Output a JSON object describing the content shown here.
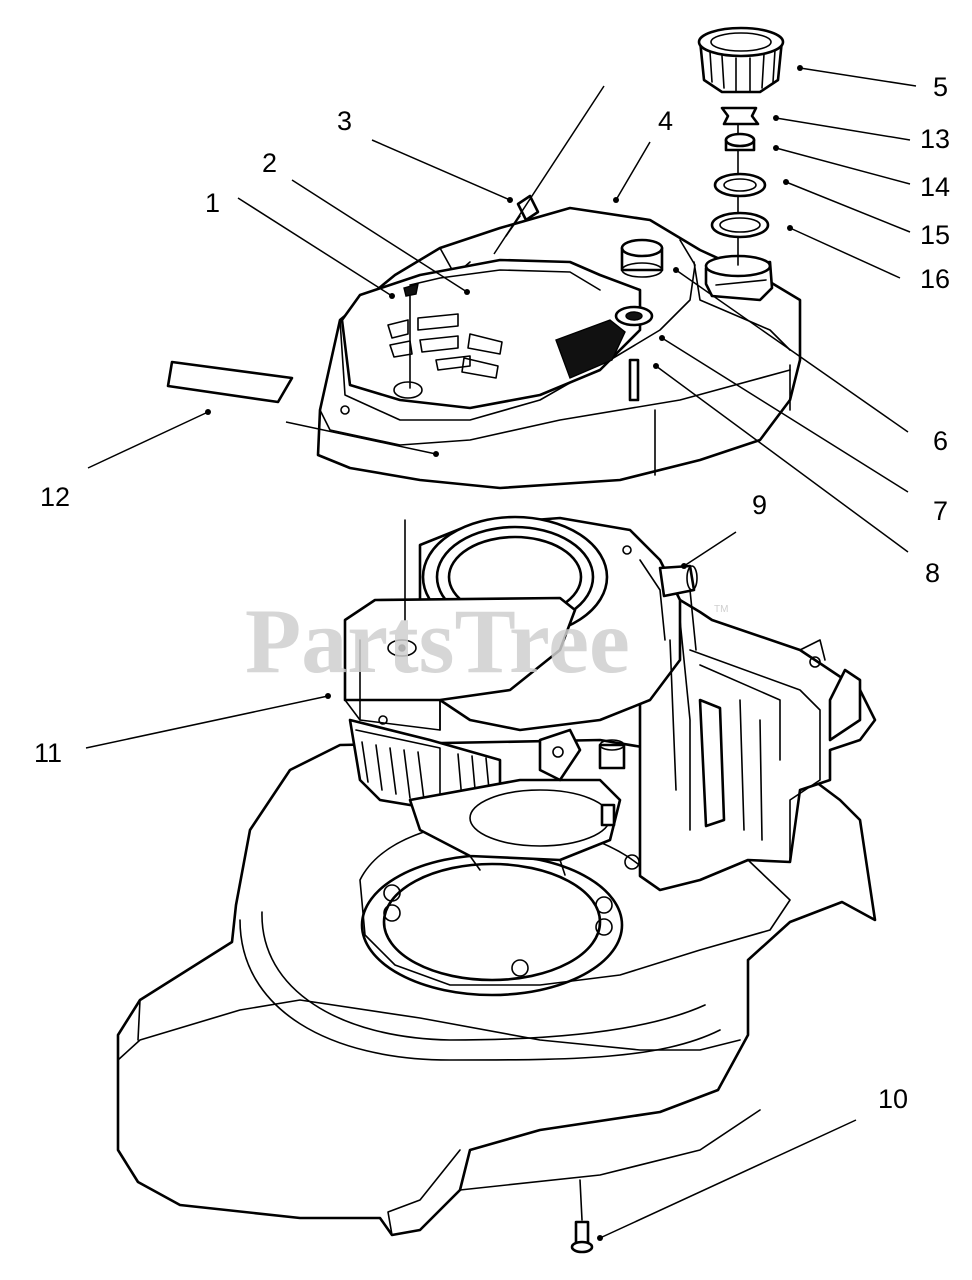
{
  "diagram": {
    "watermark": "PartsTree",
    "watermark_mark": "TM",
    "callouts": [
      {
        "id": "1",
        "label": "1",
        "part": "cover-screw"
      },
      {
        "id": "2",
        "label": "2",
        "part": "shroud-panel"
      },
      {
        "id": "3",
        "label": "3",
        "part": "fuel-line-fitting"
      },
      {
        "id": "4",
        "label": "4",
        "part": "engine-hood"
      },
      {
        "id": "5",
        "label": "5",
        "part": "fuel-cap"
      },
      {
        "id": "6",
        "label": "6",
        "part": "oil-fill-cap"
      },
      {
        "id": "7",
        "label": "7",
        "part": "grommet"
      },
      {
        "id": "8",
        "label": "8",
        "part": "control-rod"
      },
      {
        "id": "9",
        "label": "9",
        "part": "tube"
      },
      {
        "id": "10",
        "label": "10",
        "part": "mounting-bolt"
      },
      {
        "id": "11",
        "label": "11",
        "part": "engine"
      },
      {
        "id": "12",
        "label": "12",
        "part": "decal"
      },
      {
        "id": "13",
        "label": "13",
        "part": "retainer-clip"
      },
      {
        "id": "14",
        "label": "14",
        "part": "spacer"
      },
      {
        "id": "15",
        "label": "15",
        "part": "washer"
      },
      {
        "id": "16",
        "label": "16",
        "part": "gasket"
      }
    ]
  }
}
